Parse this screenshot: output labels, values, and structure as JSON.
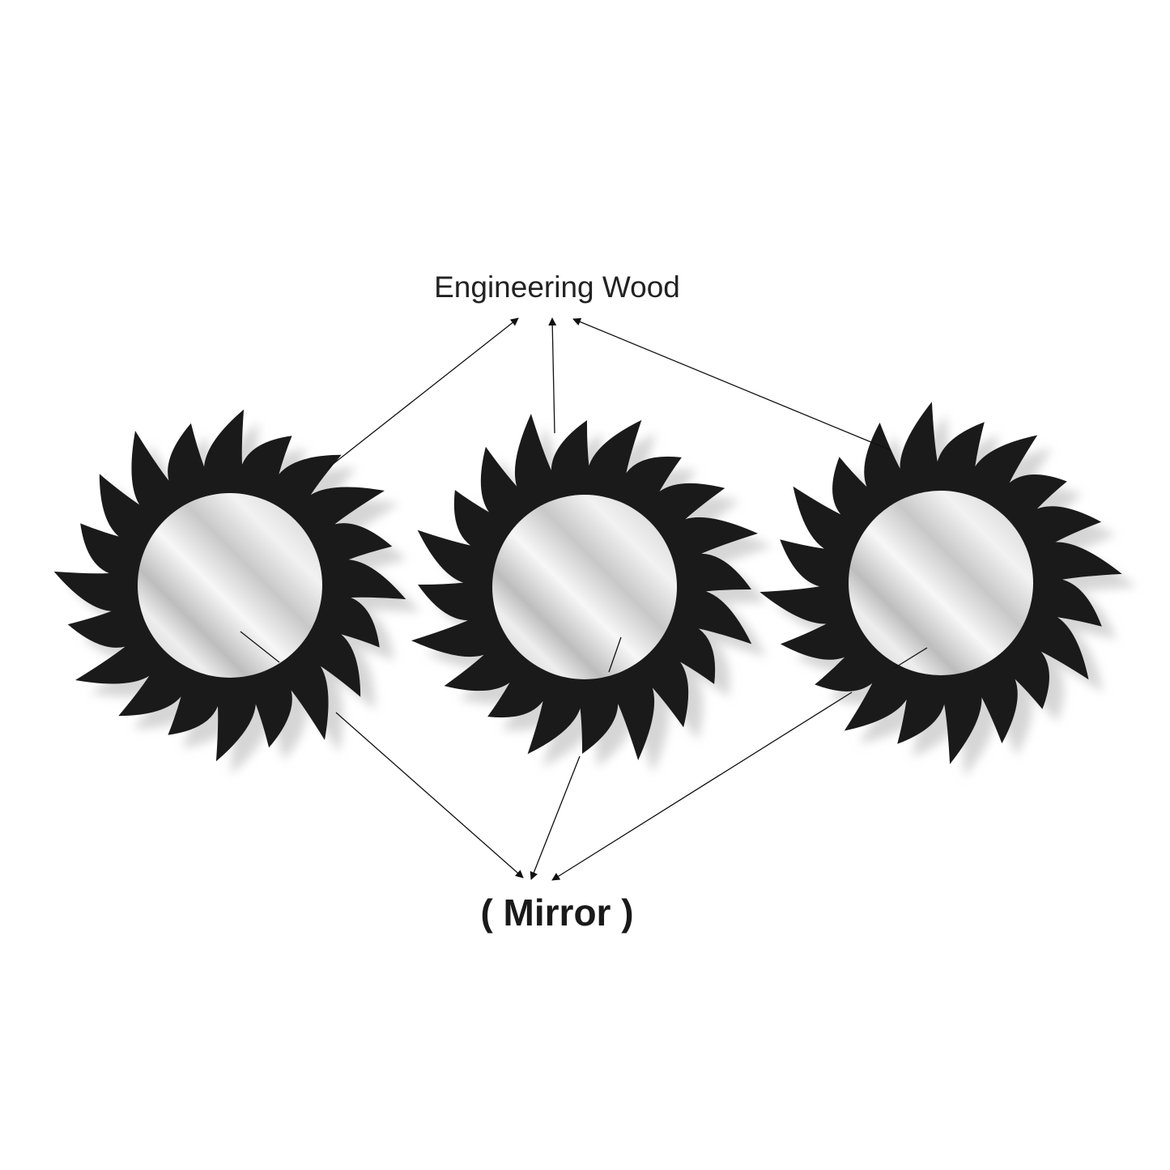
{
  "labels": {
    "top": "Engineering Wood",
    "bottom": "( Mirror )"
  },
  "mirrors": [
    {
      "name": "sun-mirror-left"
    },
    {
      "name": "sun-mirror-center"
    },
    {
      "name": "sun-mirror-right"
    }
  ],
  "colors": {
    "frame": "#1a1a1a",
    "mirror_light": "#f4f4f4",
    "mirror_dark": "#b9b9b9",
    "shadow": "#d6d6d6",
    "line": "#111111"
  }
}
